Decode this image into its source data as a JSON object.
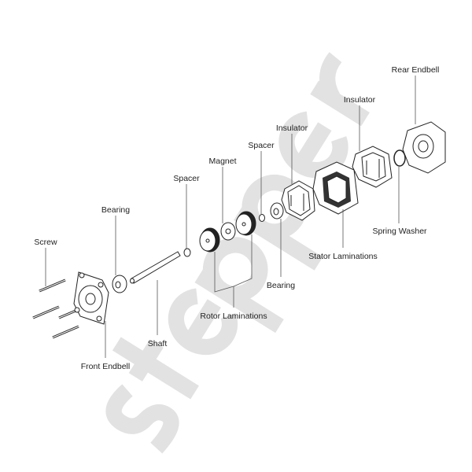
{
  "watermark": "stepper",
  "labels": {
    "rear_endbell": "Rear Endbell",
    "insulator_rear": "Insulator",
    "insulator_front": "Insulator",
    "spacer_rear": "Spacer",
    "magnet": "Magnet",
    "spacer_front": "Spacer",
    "bearing_front": "Bearing",
    "screw": "Screw",
    "spring_washer": "Spring Washer",
    "stator_laminations": "Stator Laminations",
    "bearing_rear": "Bearing",
    "rotor_laminations": "Rotor Laminations",
    "shaft": "Shaft",
    "front_endbell": "Front Endbell"
  }
}
